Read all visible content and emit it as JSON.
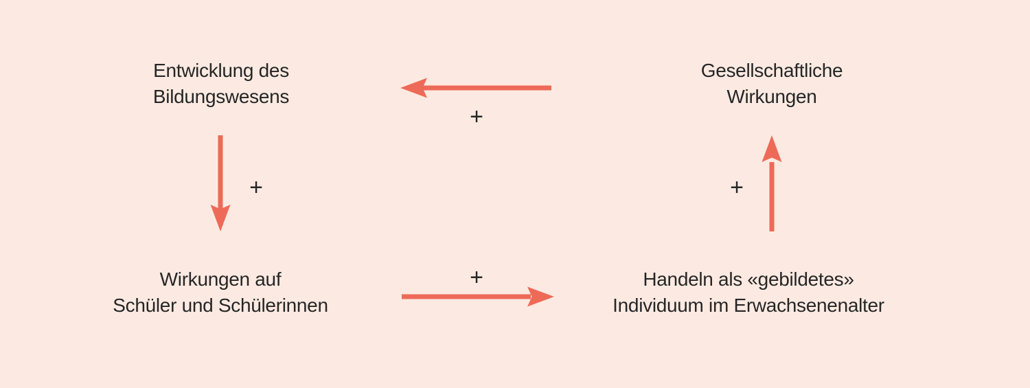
{
  "title": "Causal loop diagram of education system effects",
  "colors": {
    "background": "#FCEAE2",
    "arrow": "#EE6A58",
    "text": "#262626"
  },
  "nodes": [
    {
      "id": "entwicklung-bildungswesen",
      "lines": [
        "Entwicklung des",
        "Bildungswesens"
      ]
    },
    {
      "id": "gesellschaftliche-wirkungen",
      "lines": [
        "Gesellschaftliche",
        "Wirkungen"
      ]
    },
    {
      "id": "wirkungen-schueler",
      "lines": [
        "Wirkungen auf",
        "Schüler und Schülerinnen"
      ]
    },
    {
      "id": "handeln-individuum",
      "lines": [
        "Handeln als «gebildetes»",
        "Individuum im Erwachsenenalter"
      ]
    }
  ],
  "edges": [
    {
      "from": "gesellschaftliche-wirkungen",
      "to": "entwicklung-bildungswesen",
      "sign": "+",
      "position": "top",
      "direction": "left"
    },
    {
      "from": "entwicklung-bildungswesen",
      "to": "wirkungen-schueler",
      "sign": "+",
      "position": "left",
      "direction": "down"
    },
    {
      "from": "wirkungen-schueler",
      "to": "handeln-individuum",
      "sign": "+",
      "position": "bottom",
      "direction": "right"
    },
    {
      "from": "handeln-individuum",
      "to": "gesellschaftliche-wirkungen",
      "sign": "+",
      "position": "right",
      "direction": "up"
    }
  ]
}
